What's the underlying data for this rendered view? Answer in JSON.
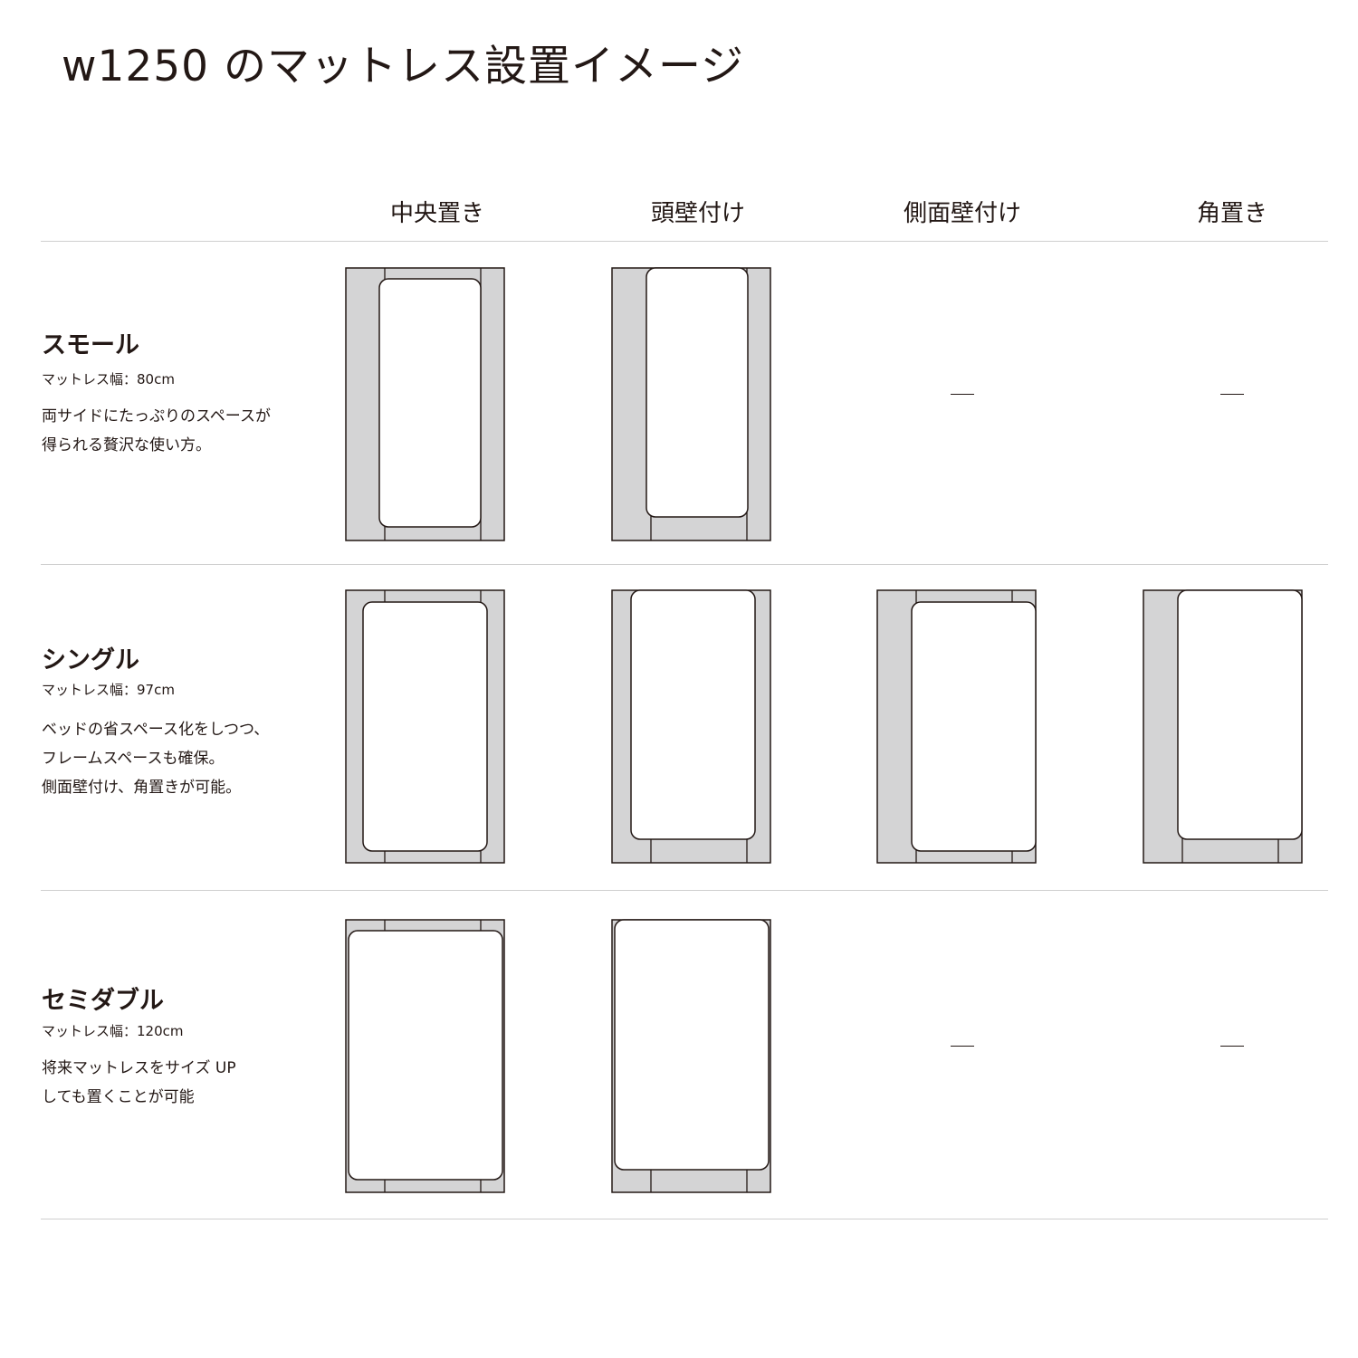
{
  "title": "w1250 のマットレス設置イメージ",
  "columns": [
    "中央置き",
    "頭壁付け",
    "側面壁付け",
    "角置き"
  ],
  "rows": [
    {
      "name": "スモール",
      "width": "マットレス幅：80cm",
      "desc": [
        "両サイドにたっぷりのスペースが",
        "得られる贅沢な使い方。"
      ],
      "cells": [
        {
          "placement": "中央置き",
          "available": true
        },
        {
          "placement": "頭壁付け",
          "available": true
        },
        {
          "placement": "側面壁付け",
          "available": false,
          "text": "—"
        },
        {
          "placement": "角置き",
          "available": false,
          "text": "—"
        }
      ]
    },
    {
      "name": "シングル",
      "width": "マットレス幅：97cm",
      "desc": [
        "ベッドの省スペース化をしつつ、",
        "フレームスペースも確保。",
        "側面壁付け、角置きが可能。"
      ],
      "cells": [
        {
          "placement": "中央置き",
          "available": true
        },
        {
          "placement": "頭壁付け",
          "available": true
        },
        {
          "placement": "側面壁付け",
          "available": true
        },
        {
          "placement": "角置き",
          "available": true
        }
      ]
    },
    {
      "name": "セミダブル",
      "width": "マットレス幅：120cm",
      "desc": [
        "将来マットレスをサイズ UP",
        "しても置くことが可能"
      ],
      "cells": [
        {
          "placement": "中央置き",
          "available": true
        },
        {
          "placement": "頭壁付け",
          "available": true
        },
        {
          "placement": "側面壁付け",
          "available": false,
          "text": "—"
        },
        {
          "placement": "角置き",
          "available": false,
          "text": "—"
        }
      ]
    }
  ],
  "colors": {
    "frame": "#d4d4d5",
    "mattress": "#ffffff",
    "line": "#231815",
    "divider": "#cfcfcf"
  }
}
